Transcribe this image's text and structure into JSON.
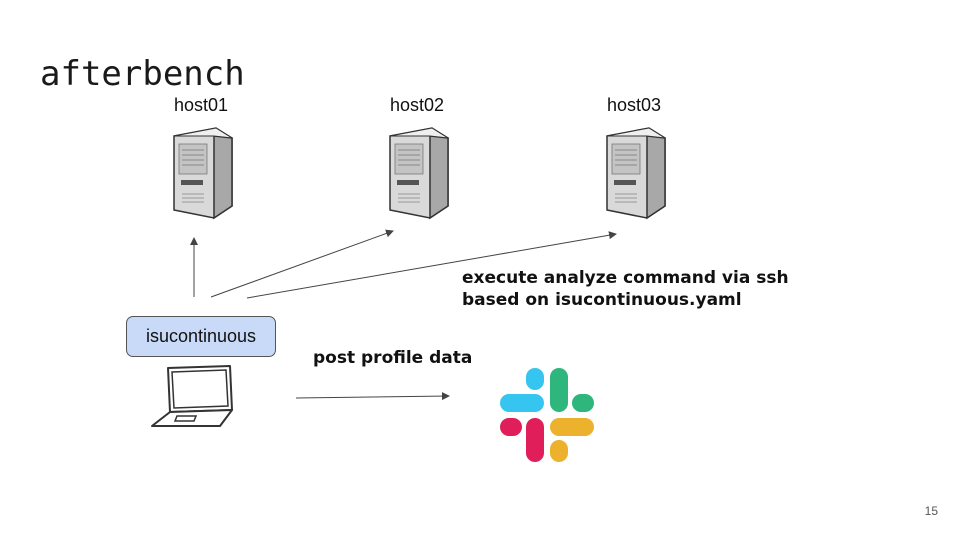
{
  "title": "afterbench",
  "hosts": [
    {
      "label": "host01"
    },
    {
      "label": "host02"
    },
    {
      "label": "host03"
    }
  ],
  "ssh_note": {
    "line1": "execute analyze command via ssh",
    "line2": "based on isucontinuous.yaml"
  },
  "node_label": "isucontinuous",
  "post_label": "post profile data",
  "page_number": "15",
  "icons": {
    "server": "server-icon",
    "laptop": "laptop-icon",
    "slack": "slack-logo-icon"
  },
  "colors": {
    "node_fill": "#c9daf8",
    "slack_blue": "#36c5f0",
    "slack_green": "#2eb67d",
    "slack_yellow": "#ecb22e",
    "slack_red": "#e01e5a"
  }
}
